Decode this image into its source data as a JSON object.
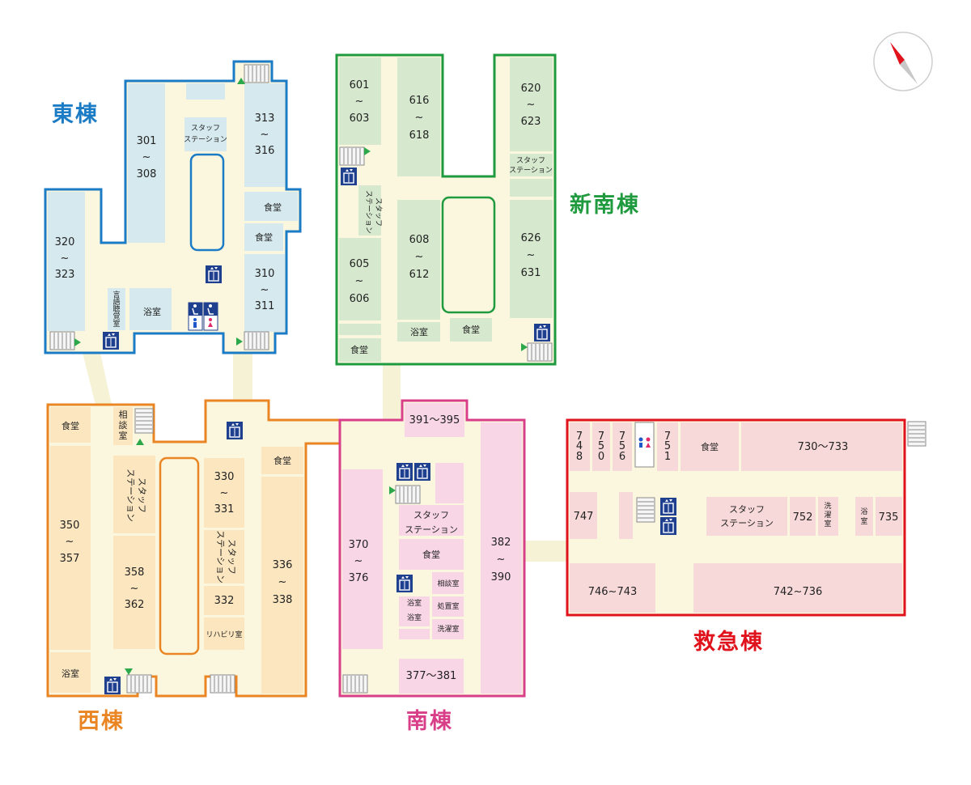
{
  "colors": {
    "east": "#1b7bc4",
    "east_room": "#d5e9ee",
    "newsouth": "#1f9a3e",
    "newsouth_room": "#d6e9cf",
    "west": "#ea8524",
    "west_room": "#fbe6bf",
    "south": "#d83f88",
    "south_room": "#f8d6e5",
    "emergency": "#e0121c",
    "emergency_room": "#f8d9da",
    "corridor": "#fbf7df",
    "icon": "#1f3f8f"
  },
  "wings": {
    "east": "東棟",
    "newsouth": "新南棟",
    "west": "西棟",
    "south": "南棟",
    "emergency": "救急棟"
  },
  "common": {
    "dining": "食堂",
    "bath": "浴室",
    "staff_station": [
      "スタッフ",
      "ステーション"
    ],
    "staff_vertical": [
      "スタッフ",
      "ステーション"
    ],
    "consult": "相談室",
    "consult_vertical": [
      "相",
      "談",
      "室"
    ],
    "treatment": "処置室",
    "laundry": "洗濯室",
    "laundry_vertical": [
      "洗",
      "濯",
      "室"
    ],
    "bath_vertical": [
      "浴",
      "室"
    ],
    "rehab": "リハビリ室",
    "speech_vertical": [
      "言",
      "語",
      "聴",
      "覚",
      "室"
    ]
  },
  "rooms": {
    "e301": [
      "301",
      "~",
      "308"
    ],
    "e313": [
      "313",
      "~",
      "316"
    ],
    "e310": [
      "310",
      "~",
      "311"
    ],
    "e320": [
      "320",
      "~",
      "323"
    ],
    "n601": [
      "601",
      "~",
      "603"
    ],
    "n616": [
      "616",
      "~",
      "618"
    ],
    "n620": [
      "620",
      "~",
      "623"
    ],
    "n605": [
      "605",
      "~",
      "606"
    ],
    "n608": [
      "608",
      "~",
      "612"
    ],
    "n626": [
      "626",
      "~",
      "631"
    ],
    "w350": [
      "350",
      "~",
      "357"
    ],
    "w358": [
      "358",
      "~",
      "362"
    ],
    "w330": [
      "330",
      "~",
      "331"
    ],
    "w332": "332",
    "w336": [
      "336",
      "~",
      "338"
    ],
    "s391": "391～395",
    "s370": [
      "370",
      "~",
      "376"
    ],
    "s382": [
      "382",
      "~",
      "390"
    ],
    "s377": "377～381",
    "r748": [
      "7",
      "4",
      "8"
    ],
    "r750": [
      "7",
      "5",
      "0"
    ],
    "r756": [
      "7",
      "5",
      "6"
    ],
    "r751": [
      "7",
      "5",
      "1"
    ],
    "r730": "730～733",
    "r747": "747",
    "r752": "752",
    "r735": "735",
    "r746": "746~743",
    "r742": "742~736"
  }
}
